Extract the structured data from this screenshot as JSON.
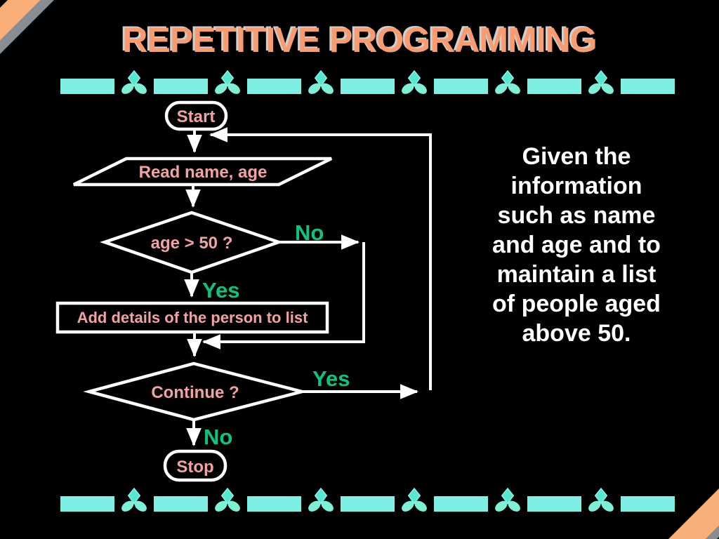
{
  "title": "REPETITIVE PROGRAMMING",
  "description": {
    "lines": [
      "Given the",
      "information",
      "such as name",
      "and age and to",
      "maintain a list",
      "of people aged",
      "above 50."
    ]
  },
  "flowchart": {
    "nodes": {
      "start": "Start",
      "read_input": "Read name, age",
      "age_decision": "age > 50 ?",
      "add_process": "Add details of the person to list",
      "continue_decision": "Continue ?",
      "stop": "Stop"
    },
    "edge_labels": {
      "age_no": "No",
      "age_yes": "Yes",
      "continue_yes": "Yes",
      "continue_no": "No"
    }
  },
  "colors": {
    "background": "#000000",
    "title_text": "#F89C70",
    "node_text": "#F2A2A2",
    "edge_label_text": "#0BC47F",
    "flow_lines": "#FFFFFF",
    "body_text": "#FFFFFF",
    "border_accent": "#7DEFE3",
    "corner_orange": "#F9B078",
    "corner_gray": "#878D93"
  }
}
